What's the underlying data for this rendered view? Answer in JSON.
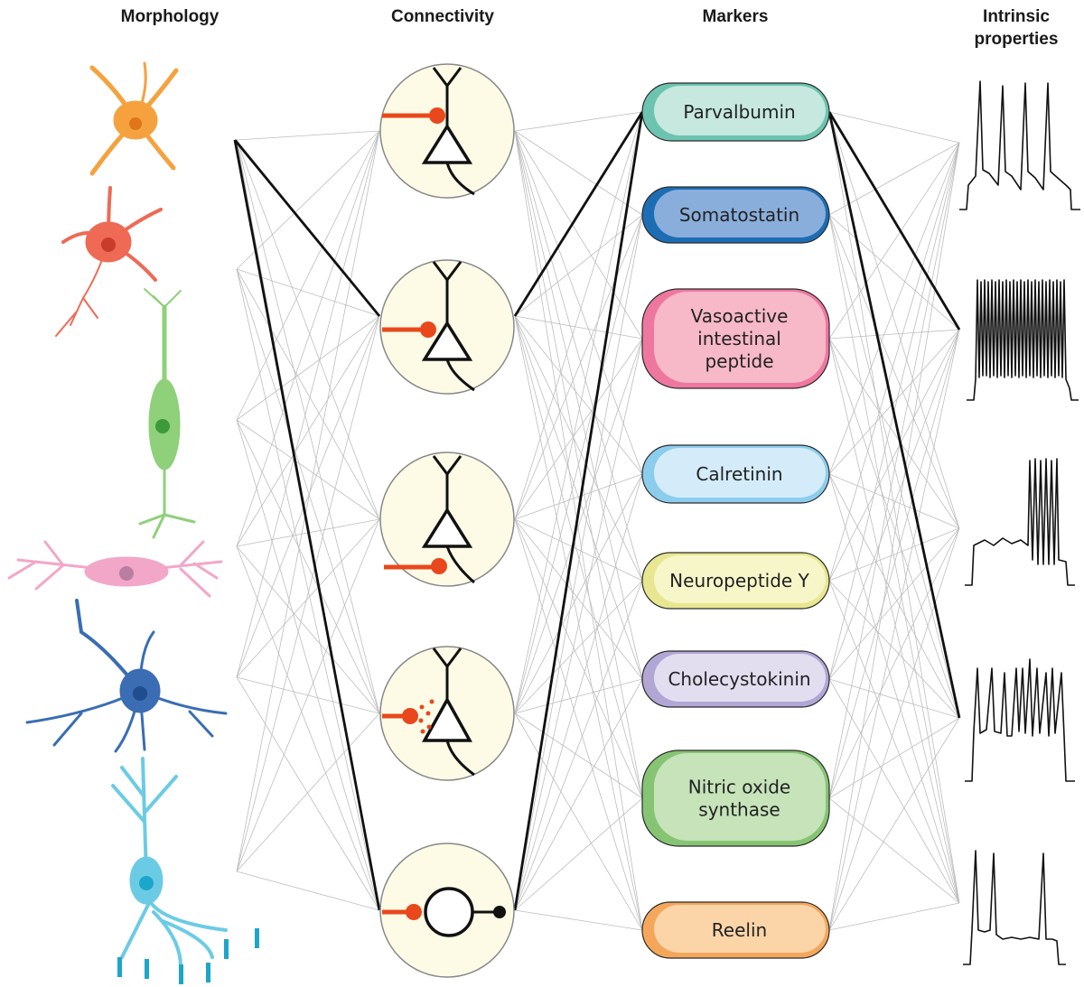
{
  "headers": {
    "morphology": "Morphology",
    "connectivity": "Connectivity",
    "markers": "Markers",
    "intrinsic_line1": "Intrinsic",
    "intrinsic_line2": "properties"
  },
  "markers": [
    {
      "lines": [
        "Parvalbumin"
      ],
      "fill": "#c6e8df",
      "edge": "#6cc4b0"
    },
    {
      "lines": [
        "Somatostatin"
      ],
      "fill": "#8aaedc",
      "edge": "#1d6db4"
    },
    {
      "lines": [
        "Vasoactive",
        "intestinal",
        "peptide"
      ],
      "fill": "#f7b8c8",
      "edge": "#ee77a0"
    },
    {
      "lines": [
        "Calretinin"
      ],
      "fill": "#d4ecf9",
      "edge": "#8ccdee"
    },
    {
      "lines": [
        "Neuropeptide Y"
      ],
      "fill": "#f7f6c8",
      "edge": "#e8e690"
    },
    {
      "lines": [
        "Cholecystokinin"
      ],
      "fill": "#e2def0",
      "edge": "#b1a6d4"
    },
    {
      "lines": [
        "Nitric oxide",
        "synthase"
      ],
      "fill": "#c6e3b9",
      "edge": "#86c474"
    },
    {
      "lines": [
        "Reelin"
      ],
      "fill": "#fbd4a8",
      "edge": "#f4a75b"
    }
  ],
  "colors": {
    "morph_orange": "#f5a23e",
    "morph_red": "#ee6a55",
    "morph_green": "#8fd07a",
    "morph_pink": "#f2a7c8",
    "morph_blue": "#3a6db3",
    "morph_cyan": "#6ccbe4",
    "circle_fill": "#fdfbe6",
    "synapse": "#e8481c"
  }
}
